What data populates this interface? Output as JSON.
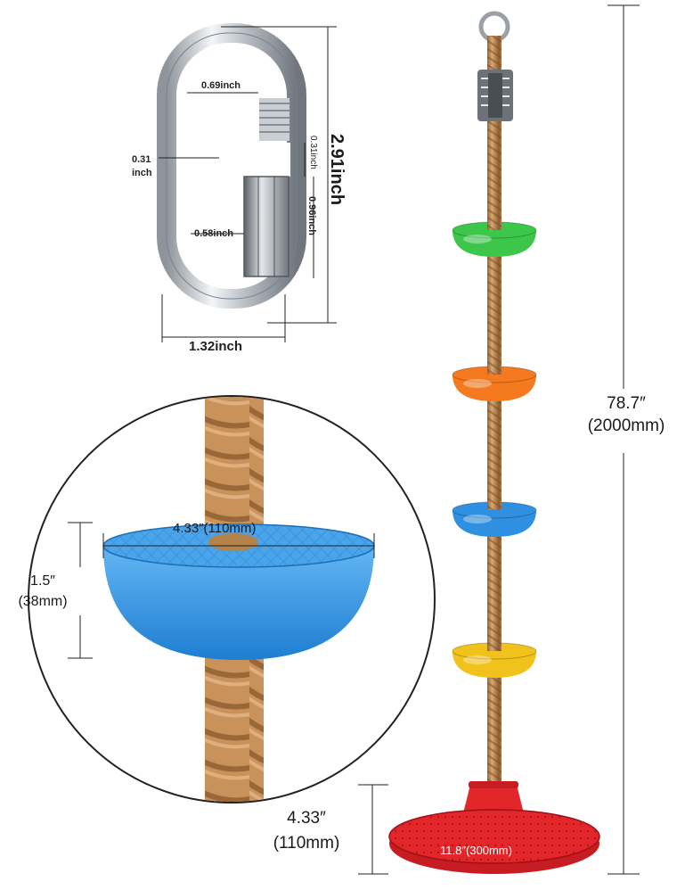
{
  "carabiner": {
    "top_width": "0.69inch",
    "thickness_line1": "0.31",
    "thickness_line2": "inch",
    "gap": "0.31inch",
    "total_height": "2.91inch",
    "inner_width": "0.58inch",
    "nut_height": "0.96inch",
    "total_width": "1.32inch"
  },
  "rope": {
    "length_line1": "78.7″",
    "length_line2": "(2000mm)",
    "disc_colors": [
      "#3cc64a",
      "#f57a1f",
      "#2f8fe0",
      "#f2c21c"
    ]
  },
  "zoom_disc": {
    "diameter": "4.33″(110mm)",
    "height_line1": "1.5″",
    "height_line2": "(38mm)",
    "color": "#3a98e8"
  },
  "seat": {
    "height_line1": "4.33″",
    "height_line2": "(110mm)",
    "diameter": "11.8″(300mm)",
    "color": "#e2262a"
  }
}
